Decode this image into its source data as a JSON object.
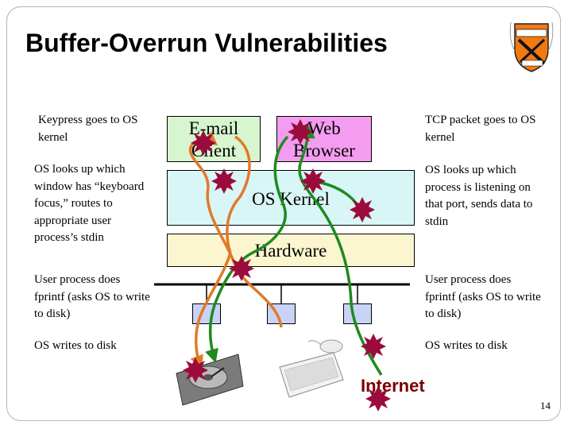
{
  "slide": {
    "title": "Buffer-Overrun Vulnerabilities",
    "page_number": "14"
  },
  "left_notes": [
    "Keypress goes to OS kernel",
    "OS looks up which window has “keyboard focus,” routes to appropriate user process’s stdin",
    "User process does fprintf (asks OS to write to disk)",
    "OS writes to disk"
  ],
  "right_notes": [
    "TCP packet goes to OS kernel",
    "OS looks up which process is listening on that port, sends data to stdin",
    "User process does fprintf (asks OS to write to disk)",
    "OS writes to disk"
  ],
  "boxes": {
    "email_client": "E-mail Client",
    "web_browser": "Web Browser",
    "os_kernel": "OS Kernel",
    "hardware": "Hardware"
  },
  "network_label": "Internet",
  "colors": {
    "email_box": "#d7f5cf",
    "browser_box": "#f49df0",
    "kernel_box": "#d8f6f6",
    "hardware_box": "#fbf6cf",
    "port_box": "#c9d3f7",
    "arrow_orange": "#e07a2a",
    "arrow_green": "#1f8a1f",
    "splat": "#9b0c3c",
    "internet_text": "#7a0000"
  },
  "icons": [
    "princeton-shield-icon",
    "hard-disk-icon",
    "keyboard-icon",
    "mouse-icon",
    "splat-icon"
  ]
}
